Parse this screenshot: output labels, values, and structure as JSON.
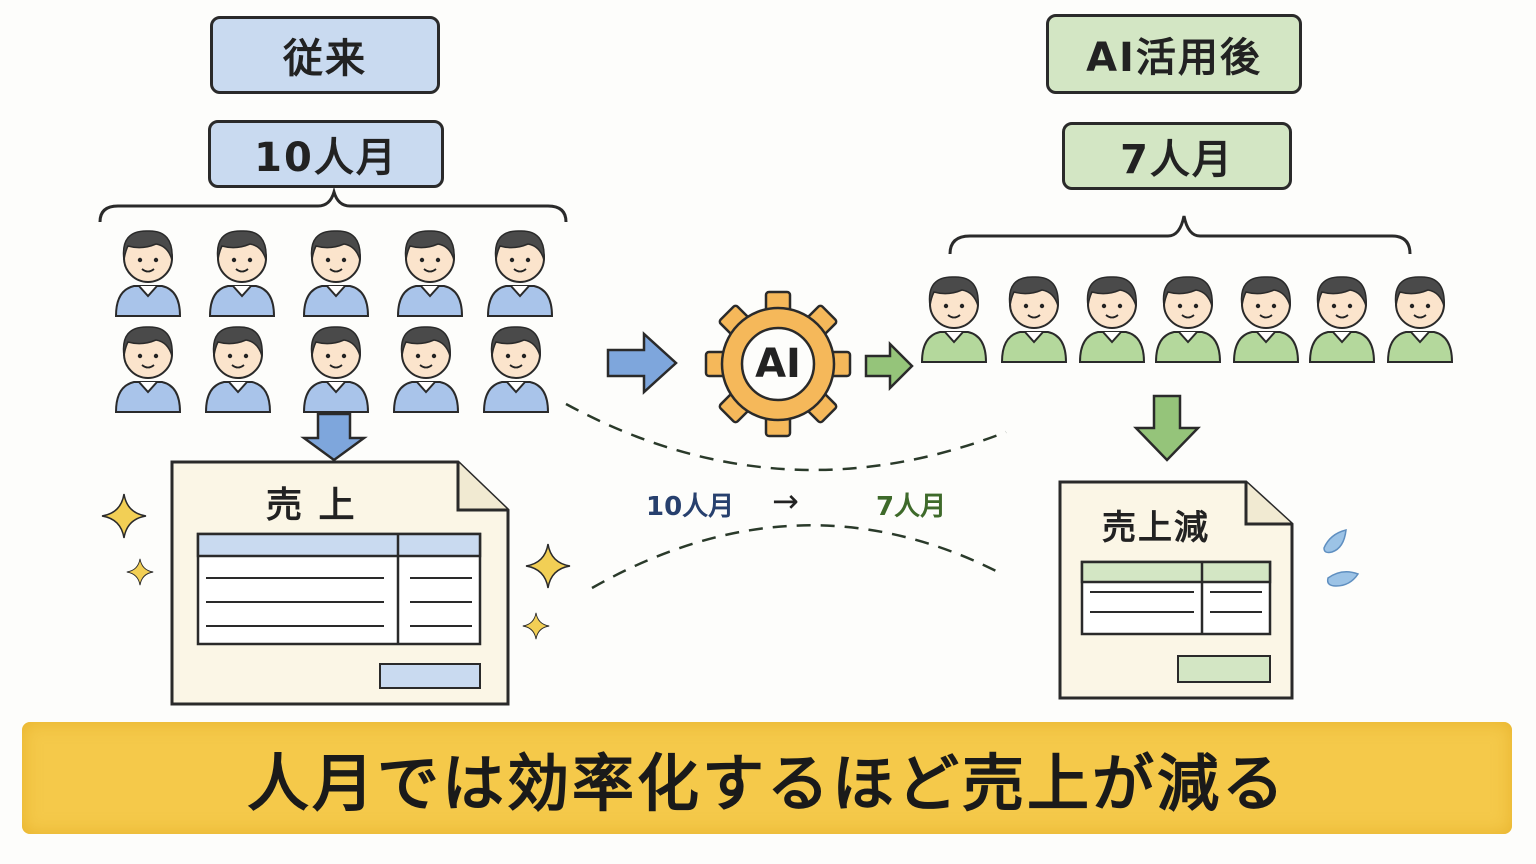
{
  "before": {
    "title": "従来",
    "effort": "10人月",
    "people_count": 10,
    "doc_title": "売 上"
  },
  "after": {
    "title": "AI活用後",
    "effort": "7人月",
    "people_count": 7,
    "doc_title": "売上減"
  },
  "center": {
    "gear_label": "AI",
    "from_label": "10人月",
    "arrow_glyph": "→",
    "to_label": "7人月"
  },
  "banner": {
    "text": "人月では効率化するほど売上が減る"
  },
  "colors": {
    "before_fill": "#c9daf0",
    "before_shirt": "#a9c4ea",
    "after_fill": "#d3e6c4",
    "after_shirt": "#b4d89c",
    "gear": "#f5b85a",
    "banner": "#f5c94a",
    "from_label_color": "#27406e",
    "to_label_color": "#3e6a2a",
    "sparkle": "#f2cf55",
    "drop": "#9cc3e6"
  }
}
